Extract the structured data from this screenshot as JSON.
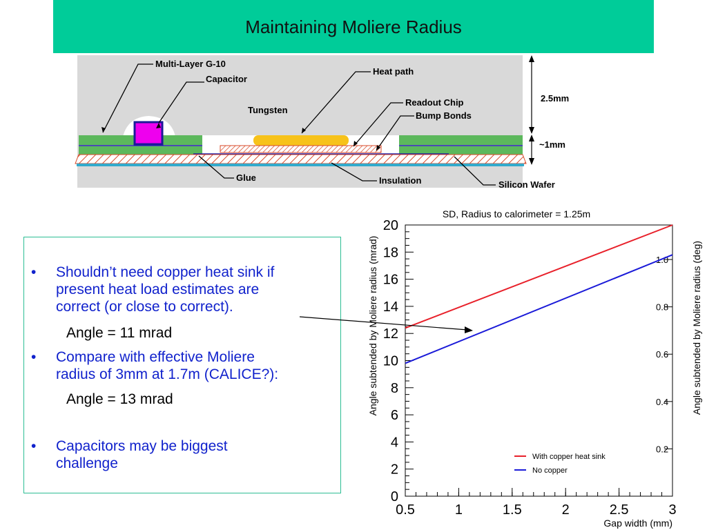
{
  "slide": {
    "title": "Maintaining Moliere Radius"
  },
  "diagram": {
    "labels": {
      "multilayer": "Multi-Layer G-10",
      "capacitor": "Capacitor",
      "tungsten": "Tungsten",
      "heat_path": "Heat path",
      "readout_chip": "Readout Chip",
      "bump_bonds": "Bump Bonds",
      "glue": "Glue",
      "insulation": "Insulation",
      "silicon_wafer": "Silicon Wafer",
      "dim_top": "2.5mm",
      "dim_bottom": "~1mm"
    }
  },
  "bullets": {
    "b1": [
      "Shouldn’t need copper heat sink if",
      "present heat load estimates are",
      "correct (or close to correct)."
    ],
    "s1": "Angle = 11 mrad",
    "b2": [
      "Compare with effective Moliere",
      "radius of 3mm at 1.7m (CALICE?):"
    ],
    "s2": "Angle = 13 mrad",
    "b3": [
      "Capacitors may be biggest",
      "challenge"
    ],
    "bullet_char": "•"
  },
  "chart_data": {
    "type": "line",
    "title": "SD, Radius to calorimeter = 1.25m",
    "xlabel": "Gap width (mm)",
    "ylabel": "Angle subtended by Moliere radius (mrad)",
    "y2label": "Angle subtended by Moliere radius (deg)",
    "xlim": [
      0.5,
      3
    ],
    "ylim": [
      0,
      20
    ],
    "x_ticks": [
      "0.5",
      "1",
      "1.5",
      "2",
      "2.5",
      "3"
    ],
    "y_ticks": [
      "0",
      "2",
      "4",
      "6",
      "8",
      "10",
      "12",
      "14",
      "16",
      "18",
      "20"
    ],
    "y2_ticks": [
      "0.2",
      "0.4",
      "0.6",
      "0.8",
      "1.0"
    ],
    "y2_tick_values_deg": [
      0.2,
      0.4,
      0.6,
      0.8,
      1.0
    ],
    "legend_position": "bottom-right",
    "series": [
      {
        "name": "With copper heat sink",
        "color": "#e8202a",
        "x": [
          0.5,
          3
        ],
        "y": [
          12.4,
          20.0
        ]
      },
      {
        "name": "No copper",
        "color": "#1a1ad8",
        "x": [
          0.5,
          3
        ],
        "y": [
          9.8,
          17.8
        ]
      }
    ]
  }
}
